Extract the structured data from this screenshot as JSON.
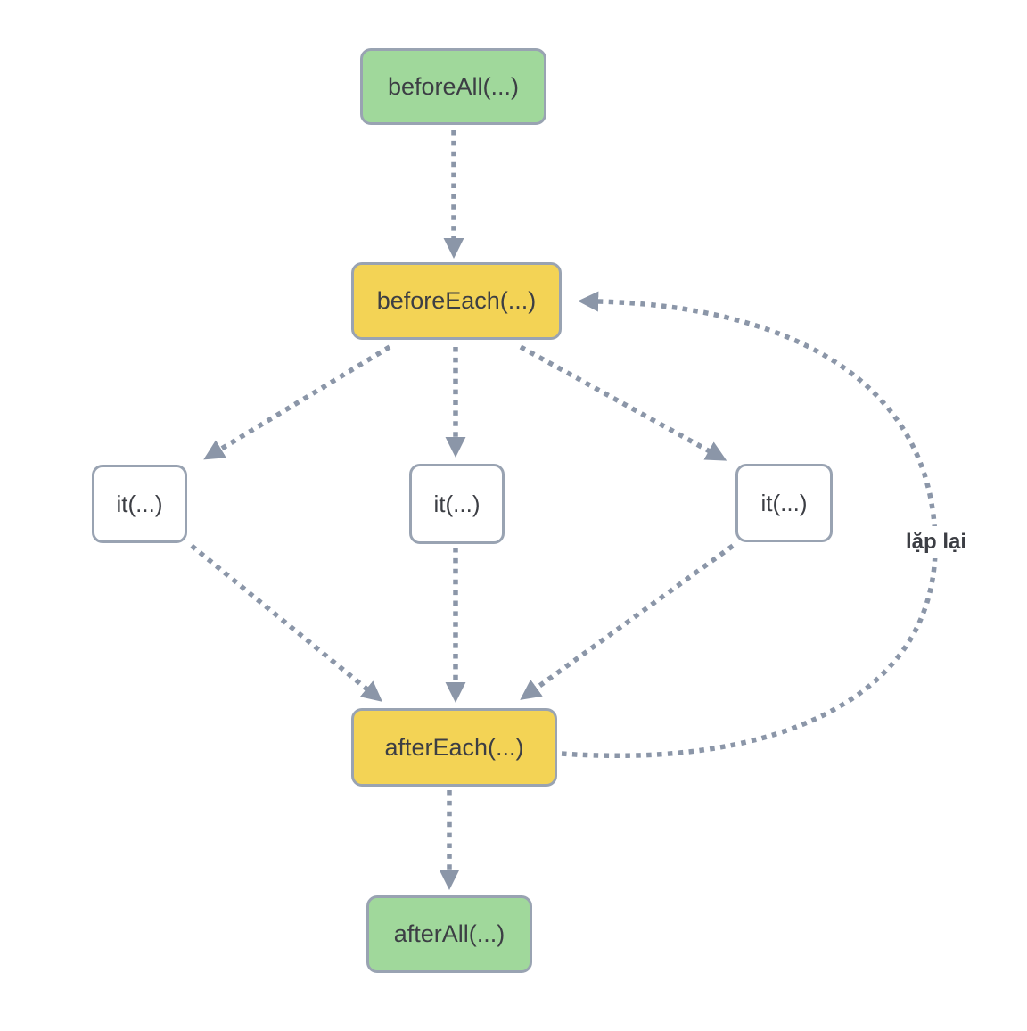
{
  "diagram": {
    "nodes": [
      {
        "id": "beforeAll",
        "label": "beforeAll(...)",
        "type": "green"
      },
      {
        "id": "beforeEach",
        "label": "beforeEach(...)",
        "type": "yellow"
      },
      {
        "id": "it-1",
        "label": "it(...)",
        "type": "white"
      },
      {
        "id": "it-2",
        "label": "it(...)",
        "type": "white"
      },
      {
        "id": "it-3",
        "label": "it(...)",
        "type": "white"
      },
      {
        "id": "afterEach",
        "label": "afterEach(...)",
        "type": "yellow"
      },
      {
        "id": "afterAll",
        "label": "afterAll(...)",
        "type": "green"
      }
    ],
    "edges": [
      {
        "from": "beforeAll",
        "to": "beforeEach"
      },
      {
        "from": "beforeEach",
        "to": "it-1"
      },
      {
        "from": "beforeEach",
        "to": "it-2"
      },
      {
        "from": "beforeEach",
        "to": "it-3"
      },
      {
        "from": "it-1",
        "to": "afterEach"
      },
      {
        "from": "it-2",
        "to": "afterEach"
      },
      {
        "from": "it-3",
        "to": "afterEach"
      },
      {
        "from": "afterEach",
        "to": "afterAll"
      },
      {
        "from": "afterEach",
        "to": "beforeEach",
        "label": "lặp lại"
      }
    ],
    "colors": {
      "node_green": "#a0d89b",
      "node_yellow": "#f3d355",
      "node_white": "#ffffff",
      "node_border": "#99a3b2",
      "arrow": "#8b96a8",
      "text": "#3c3e44"
    }
  }
}
